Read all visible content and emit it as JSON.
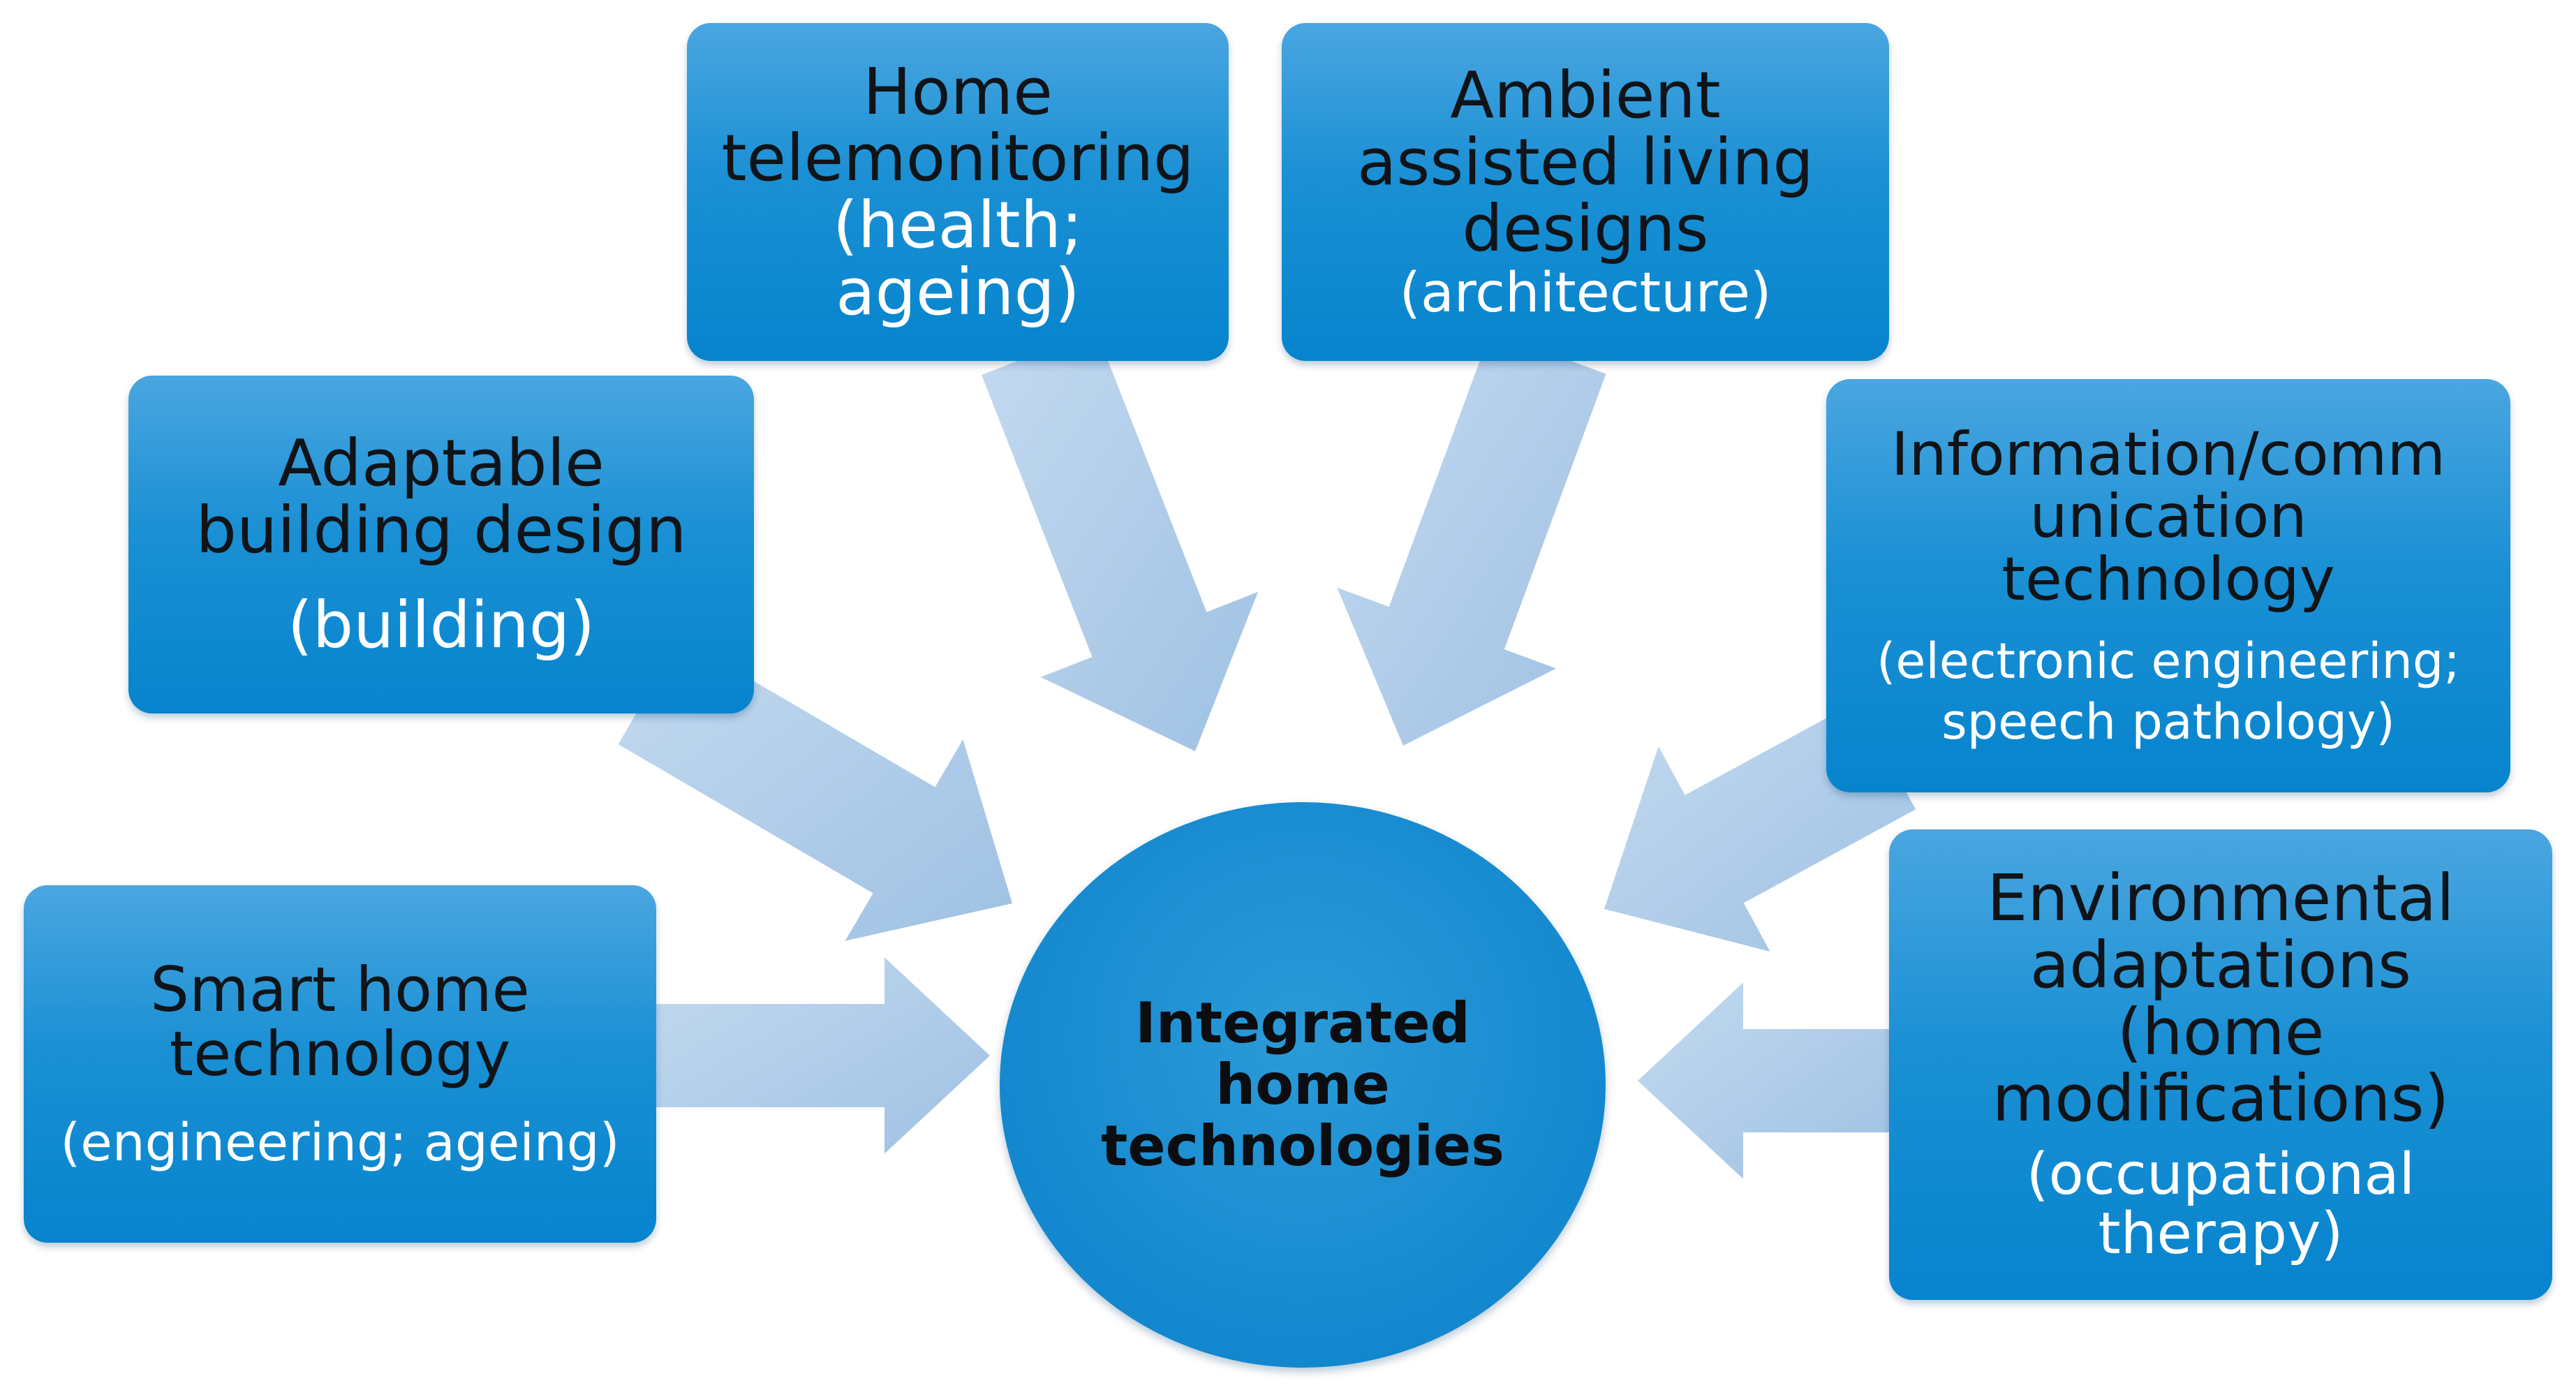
{
  "hub": {
    "lines": [
      "Integrated",
      "home",
      "technologies"
    ],
    "fill": "#1488cf"
  },
  "nodes": {
    "home_telemonitoring": {
      "title_lines": [
        "Home",
        "telemonitoring"
      ],
      "field_lines": [
        "(health;",
        "ageing)"
      ]
    },
    "ambient_assisted_living": {
      "title_lines": [
        "Ambient",
        "assisted living",
        "designs"
      ],
      "field_lines": [
        "(architecture)"
      ]
    },
    "adaptable_building_design": {
      "title_lines": [
        "Adaptable",
        "building design"
      ],
      "field_lines": [
        "(building)"
      ]
    },
    "information_communication_technology": {
      "title_lines": [
        "Information/comm",
        "unication",
        "technology"
      ],
      "field_lines": [
        "(electronic engineering;",
        "speech pathology)"
      ]
    },
    "smart_home_technology": {
      "title_lines": [
        "Smart home",
        "technology"
      ],
      "field_lines": [
        "(engineering; ageing)"
      ]
    },
    "environmental_adaptations": {
      "title_lines": [
        "Environmental",
        "adaptations",
        "(home",
        "modifications)"
      ],
      "field_lines": [
        "(occupational",
        "therapy)"
      ]
    }
  },
  "colors": {
    "box_top": "#4aa6e0",
    "box_bottom": "#0684cd",
    "arrow": "#a9c8e6",
    "title_text": "#101418",
    "field_text": "#ffffff"
  }
}
